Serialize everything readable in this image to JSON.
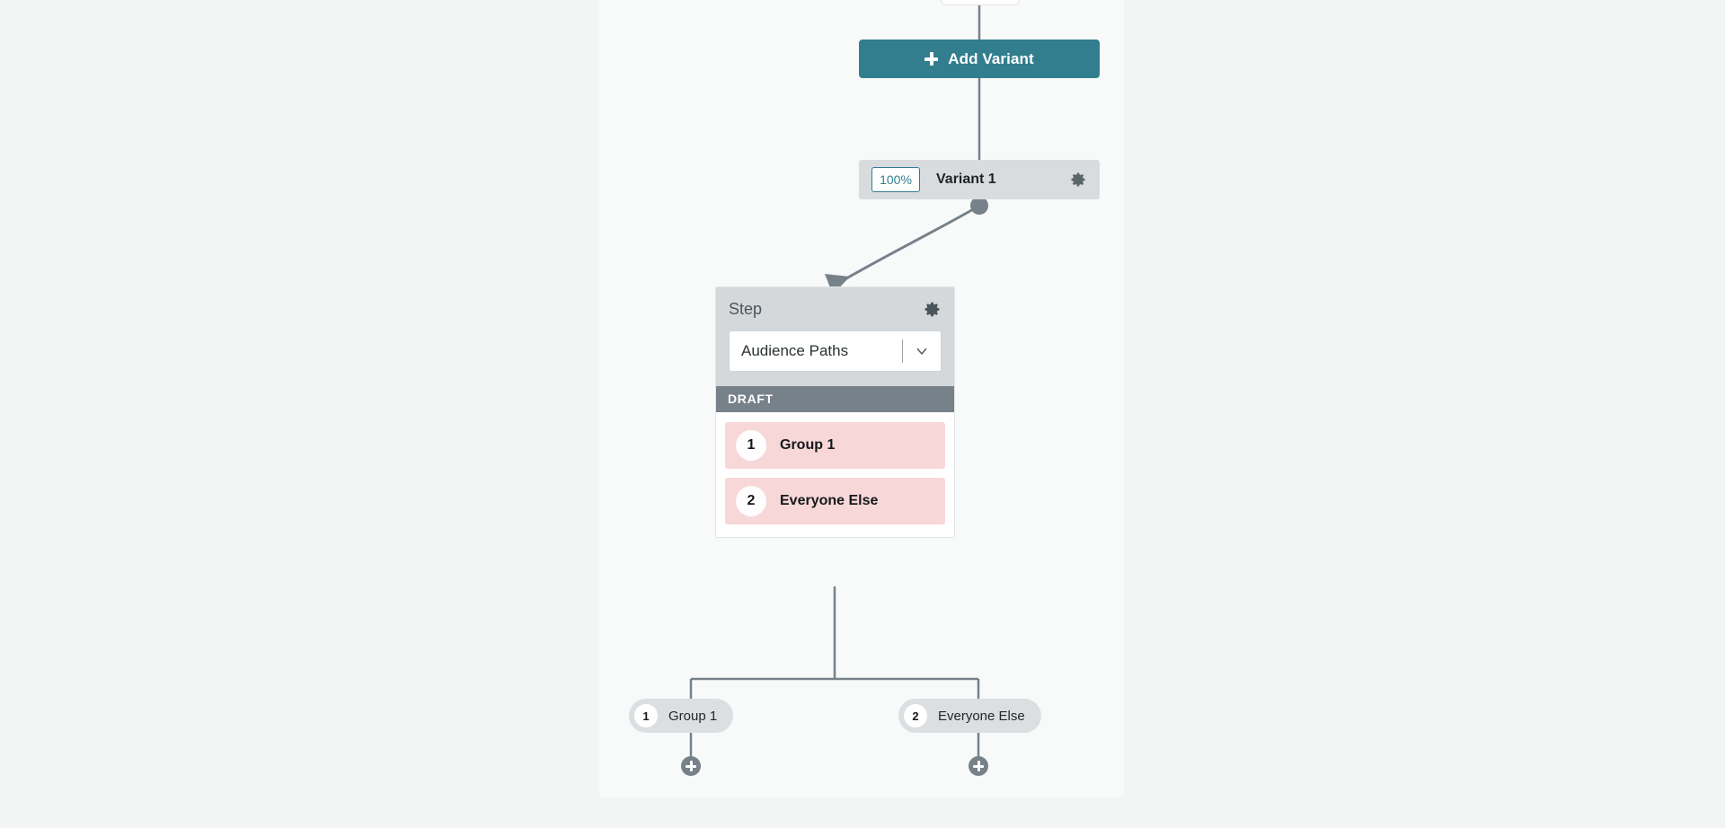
{
  "canvas": {
    "background_color": "#f8f9f9",
    "page_background_color": "#f3f5f5",
    "connector_color": "#76818a"
  },
  "toolbar": {
    "add_variant_label": "Add Variant",
    "add_variant_icon": "plus-icon",
    "accent_color": "#327e8e"
  },
  "variant": {
    "percentage_value": "100%",
    "percentage_placeholder": "100%",
    "name": "Variant 1",
    "settings_icon": "gear-icon",
    "row_background": "#d9dcdf"
  },
  "step": {
    "title": "Step",
    "settings_icon": "gear-icon",
    "select_value": "Audience Paths",
    "select_caret_icon": "chevron-down-icon",
    "status_label": "DRAFT",
    "status_color": "#76818a",
    "group_row_color": "#f8d7d9",
    "groups": [
      {
        "number": "1",
        "label": "Group 1"
      },
      {
        "number": "2",
        "label": "Everyone Else"
      }
    ]
  },
  "branches": [
    {
      "number": "1",
      "label": "Group 1",
      "add_icon": "plus-circle-icon"
    },
    {
      "number": "2",
      "label": "Everyone Else",
      "add_icon": "plus-circle-icon"
    }
  ]
}
